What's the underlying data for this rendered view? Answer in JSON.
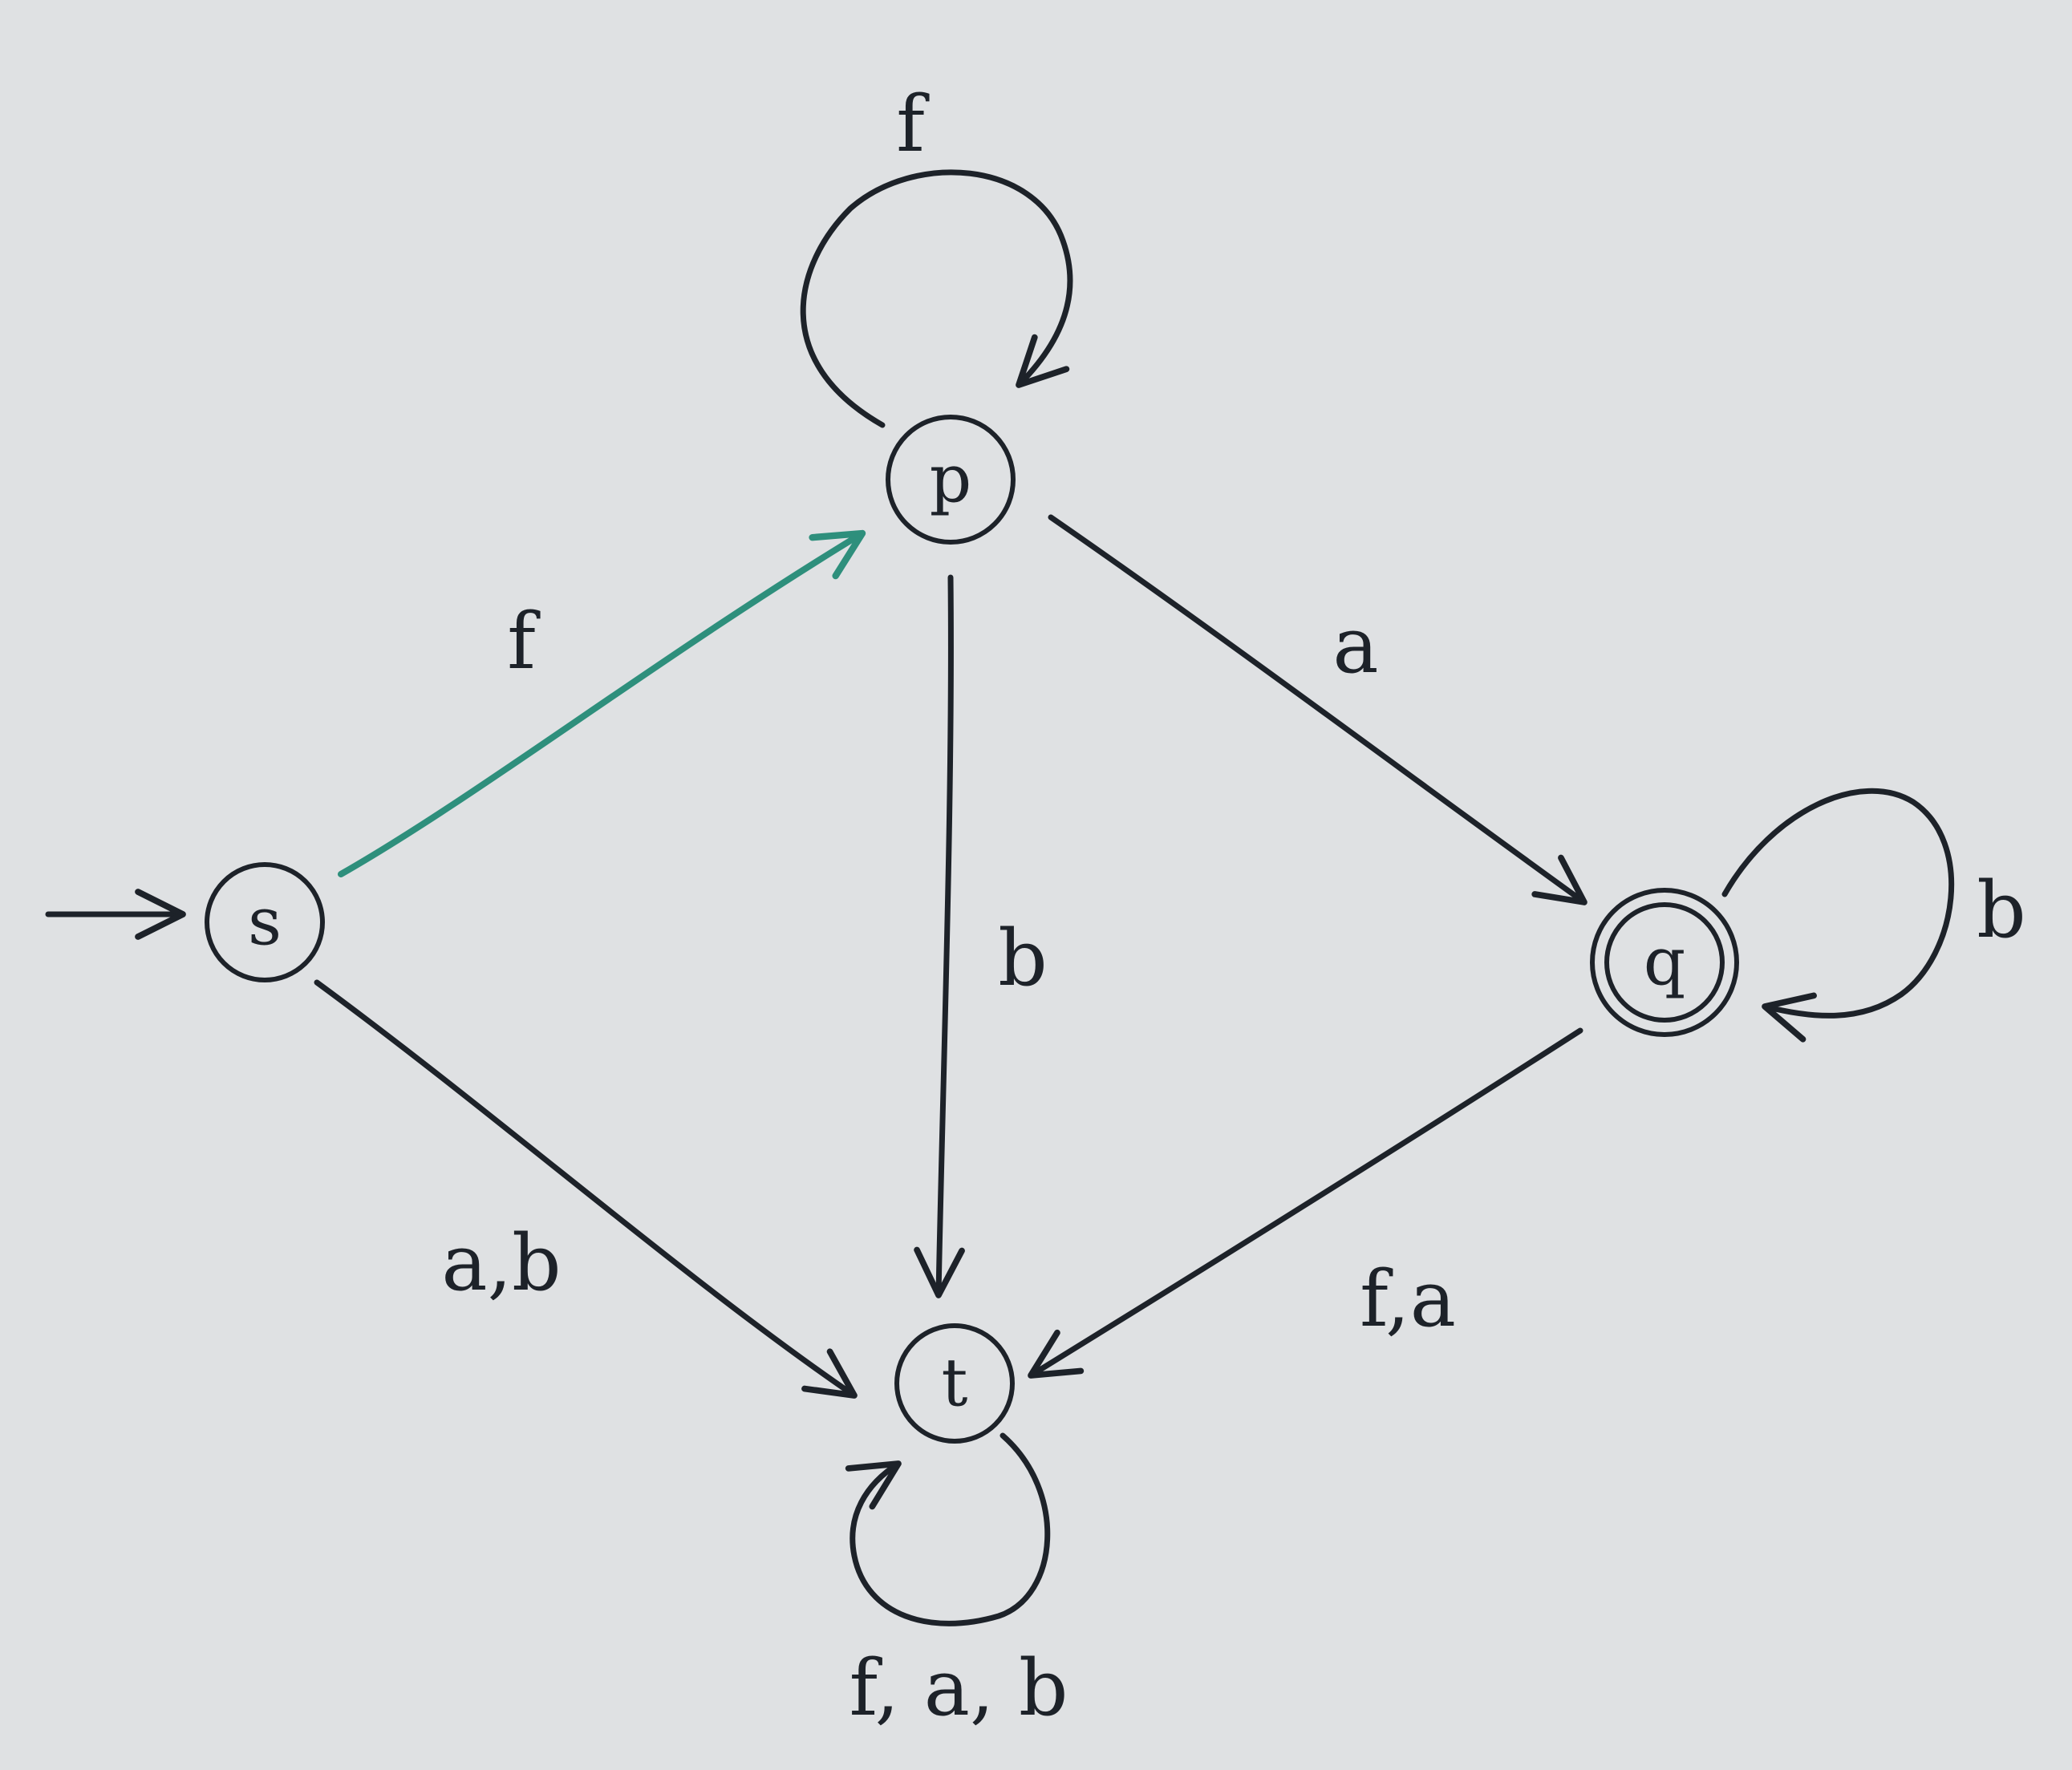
{
  "colors": {
    "paper": "#dfe1e3",
    "ink": "#1d2229",
    "highlight": "#2e8f7c"
  },
  "states": {
    "s": "s",
    "p": "p",
    "q": "q",
    "t": "t"
  },
  "transitions": {
    "start": "",
    "s_to_p": "f",
    "s_to_t": "a,b",
    "p_loop": "f",
    "p_to_q": "a",
    "p_to_t": "b",
    "q_loop": "b",
    "q_to_t": "f,a",
    "t_loop": "f, a, b"
  },
  "initial_state": "s",
  "accepting_states": [
    "q"
  ],
  "highlighted_transition": "s_to_p"
}
